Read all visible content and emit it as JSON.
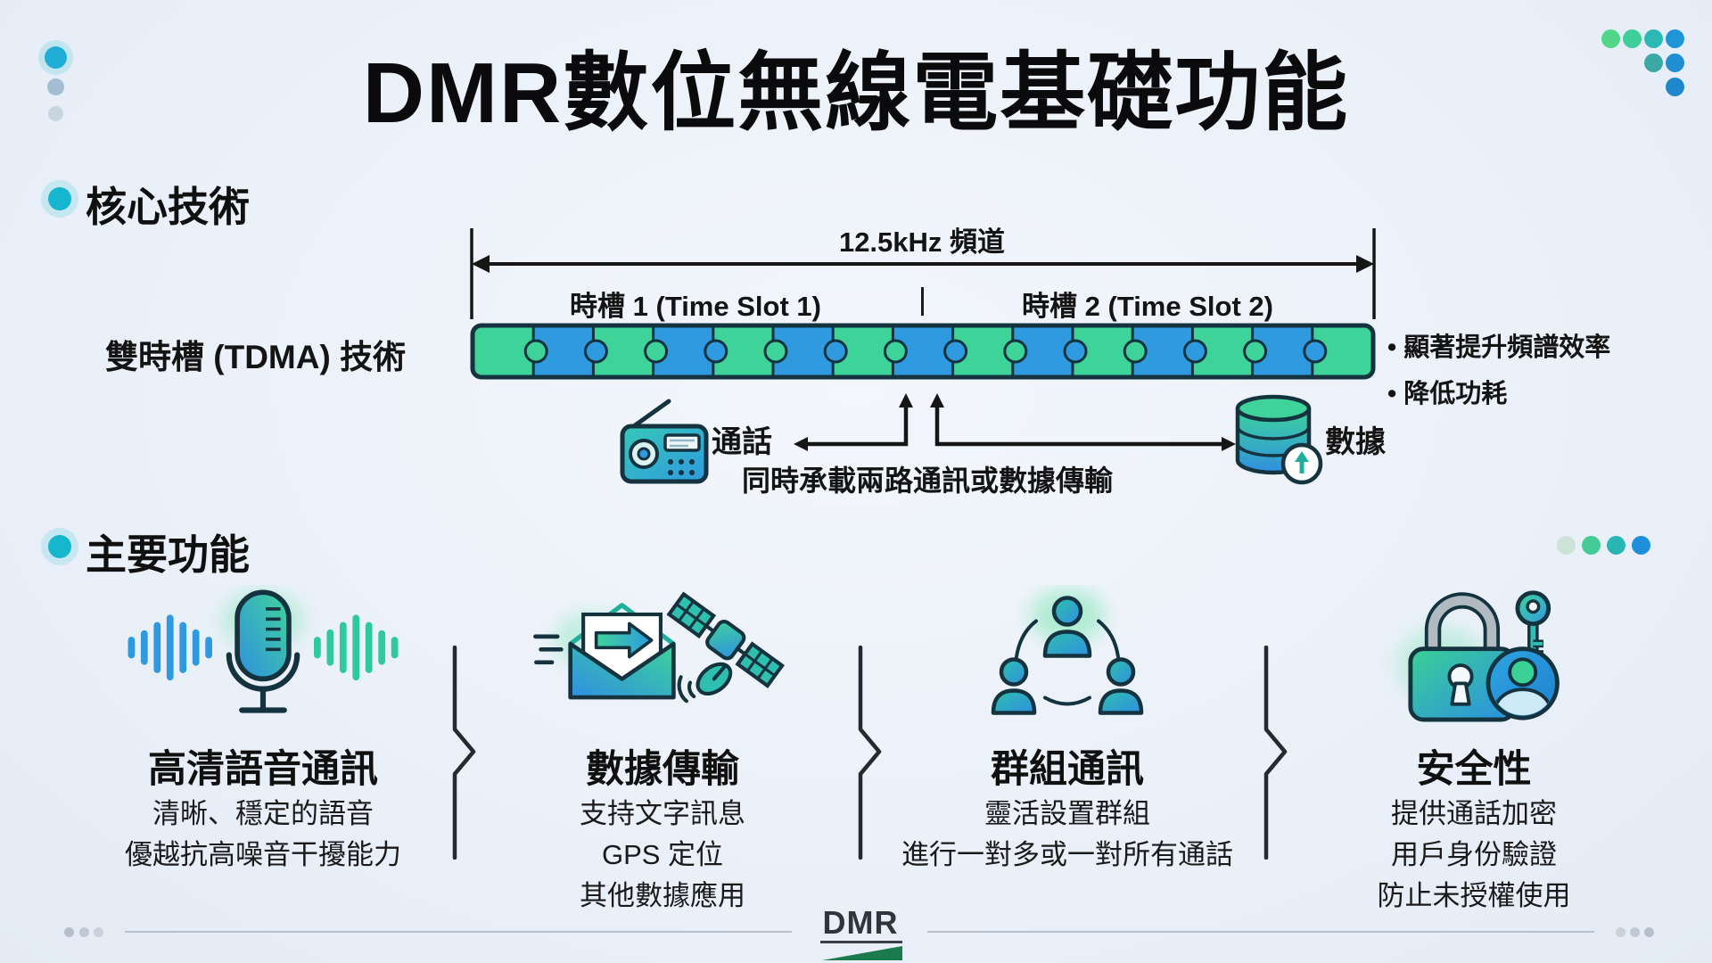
{
  "title": "DMR數位無線電基礎功能",
  "colors": {
    "background": "#e9eff8",
    "ink": "#141414",
    "outline": "#14333f",
    "green": "#3ed398",
    "blue": "#2f9ae0",
    "teal": "#2fbfae",
    "piece_colors": [
      "#3ed398",
      "#2f9ae0"
    ],
    "accent_dot": "#17b6cf",
    "logo_green": "#1b7a4e",
    "footer_gray": "#b7c1cb"
  },
  "core_tech": {
    "heading": "核心技術",
    "channel_label": "12.5kHz 頻道",
    "slot1_label": "時槽 1 (Time Slot 1)",
    "slot_divider": "|",
    "slot2_label": "時槽 2 (Time Slot 2)",
    "row_label": "雙時槽 (TDMA) 技術",
    "pieces": 15,
    "benefits": [
      "• 顯著提升頻譜效率",
      "• 降低功耗"
    ],
    "voice_label": "通話",
    "data_label": "數據",
    "caption": "同時承載兩路通訊或數據傳輸"
  },
  "features": {
    "heading": "主要功能",
    "items": [
      {
        "icon": "microphone-icon",
        "title": "高清語音通訊",
        "lines": [
          "清晰、穩定的語音",
          "優越抗高噪音干擾能力"
        ]
      },
      {
        "icon": "message-satellite-icon",
        "title": "數據傳輸",
        "lines": [
          "支持文字訊息",
          "GPS 定位",
          "其他數據應用"
        ]
      },
      {
        "icon": "group-icon",
        "title": "群組通訊",
        "lines": [
          "靈活設置群組",
          "進行一對多或一對所有通話"
        ]
      },
      {
        "icon": "lock-key-icon",
        "title": "安全性",
        "lines": [
          "提供通話加密",
          "用戶身份驗證",
          "防止未授權使用"
        ]
      }
    ]
  },
  "footer": {
    "logo": "DMR"
  }
}
